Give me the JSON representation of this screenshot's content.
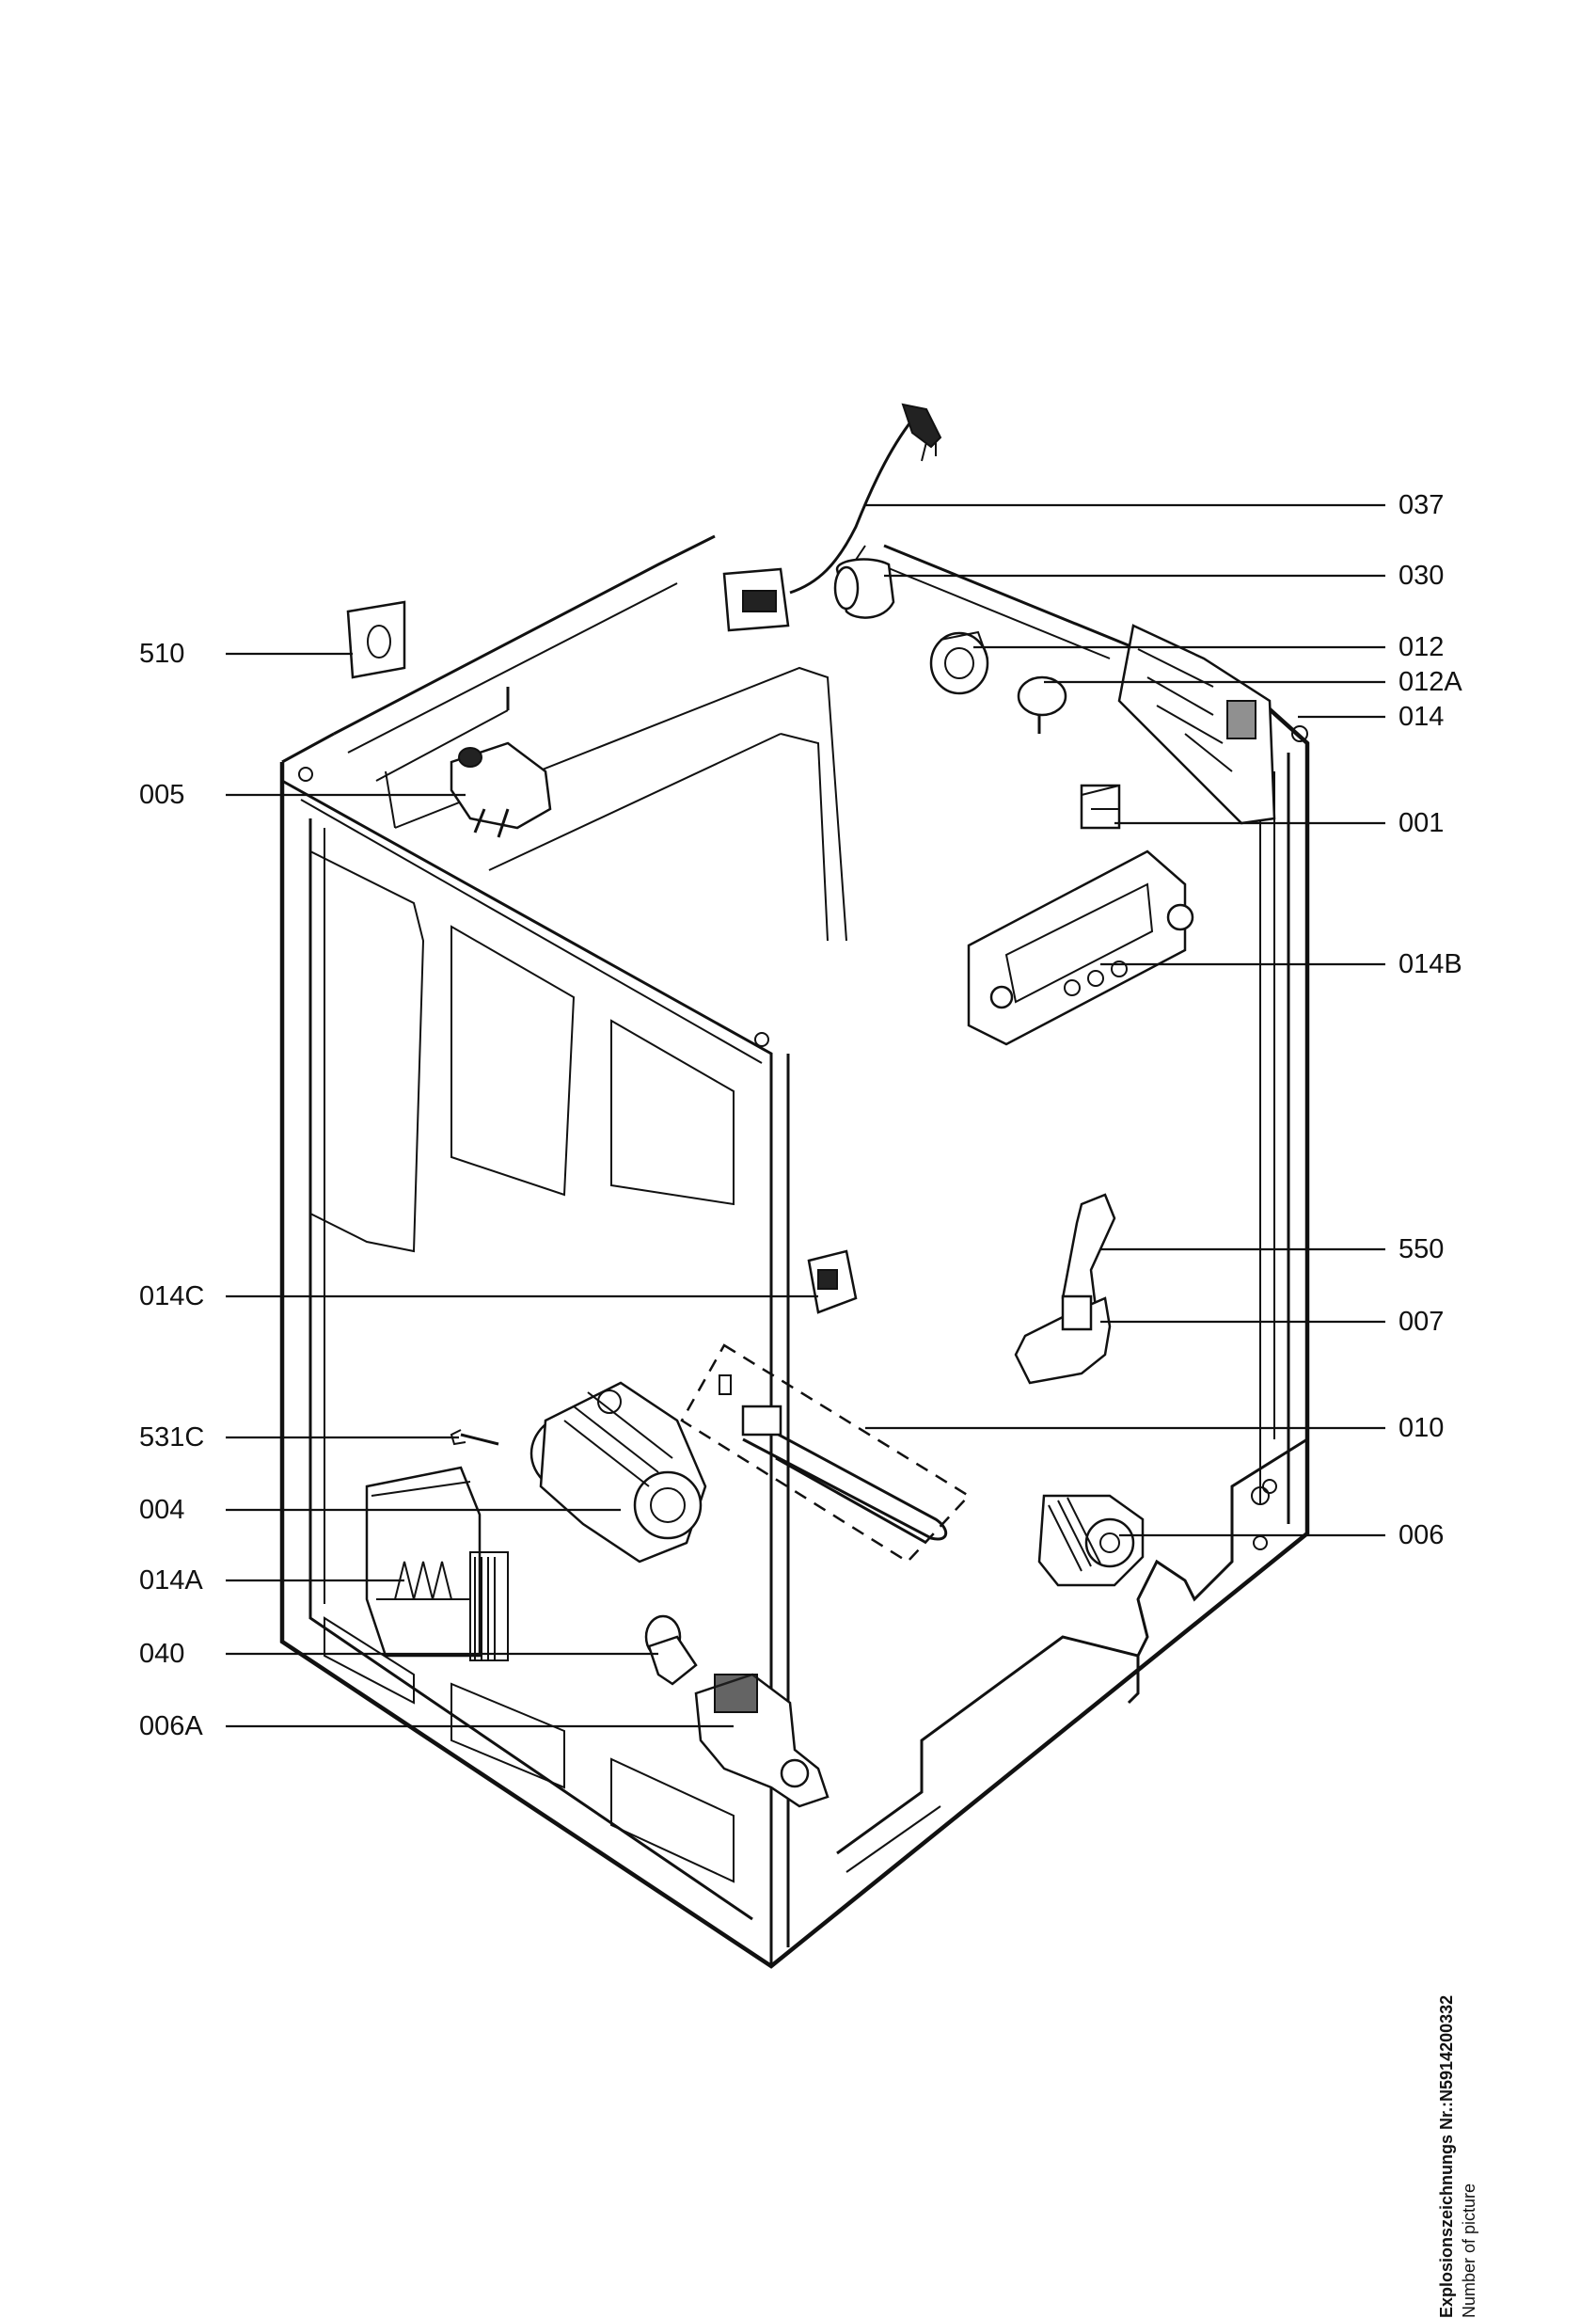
{
  "labels": {
    "left": [
      "510",
      "005",
      "014C",
      "531C",
      "004",
      "014A",
      "040",
      "006A"
    ],
    "right": [
      "037",
      "030",
      "012",
      "012A",
      "014",
      "001",
      "014B",
      "550",
      "007",
      "010",
      "006"
    ]
  },
  "footer": {
    "title": "Explosionszeichnungs Nr.:N5914200332",
    "subtitle": "Number of picture"
  }
}
